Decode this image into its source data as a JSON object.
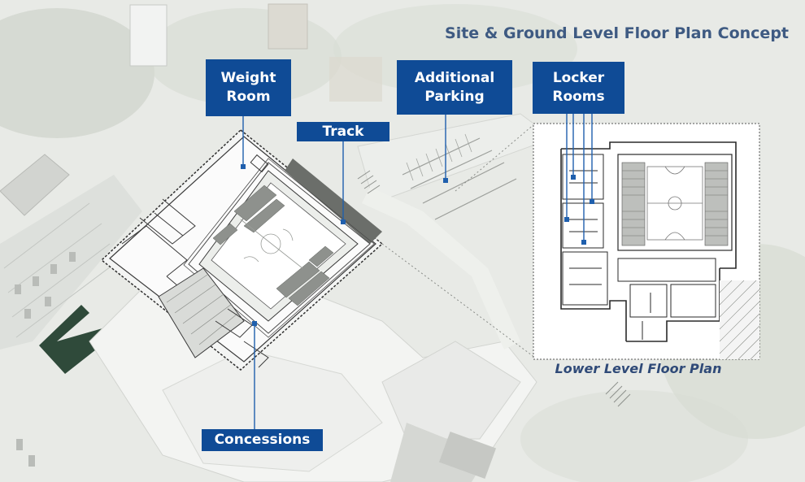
{
  "title": "Site & Ground Level Floor Plan Concept",
  "inset_caption": "Lower Level Floor Plan",
  "callouts": {
    "weight_room": {
      "line1": "Weight",
      "line2": "Room"
    },
    "track": {
      "line1": "Track"
    },
    "additional_parking": {
      "line1": "Additional",
      "line2": "Parking"
    },
    "locker_rooms": {
      "line1": "Locker",
      "line2": "Rooms"
    },
    "concessions": {
      "line1": "Concessions"
    }
  },
  "colors": {
    "label_background": "#0f4b96",
    "label_text": "#ffffff",
    "title_text": "#3e5a82",
    "leader_line": "#1f5fad",
    "plan_line": "#3a3a3a"
  }
}
